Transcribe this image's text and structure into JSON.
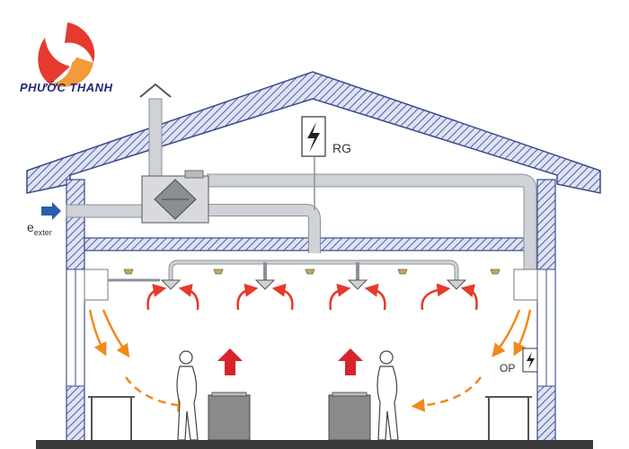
{
  "brand": {
    "name": "PHƯỚC THANH",
    "colors": {
      "primary": "#e63a2e",
      "secondary": "#f39a3a",
      "text": "#1f2a7a"
    }
  },
  "labels": {
    "external_air": "e",
    "external_air_sub": "exter",
    "regulator": "RG",
    "operator_panel": "OP"
  },
  "icons": [
    "logo-swirl-icon",
    "lightning-bolt-icon",
    "intake-arrow-icon",
    "warm-air-arrow-icon",
    "person-figure-icon",
    "exhaust-chimney-icon"
  ],
  "colors": {
    "wall_hatch": "#4d5fa8",
    "wall_fill": "#c9d0ea",
    "duct": "#cfd2d6",
    "duct_stroke": "#8d9096",
    "supply_arrow": "#e53a2a",
    "return_arrow": "#f08a1c",
    "intake_arrow": "#2a5db0",
    "heat_arrow": "#d8232a"
  }
}
